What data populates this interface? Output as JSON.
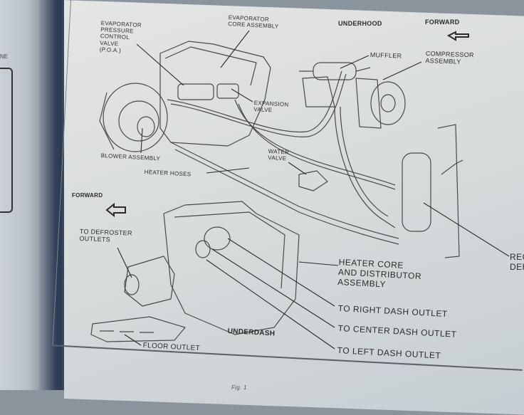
{
  "figure": {
    "title": "Air conditioning / heater system component locations",
    "sections": {
      "underhood": "UNDERHOOD",
      "underdash": "UNDERDASH"
    },
    "direction_labels": {
      "forward_top": "FORWARD",
      "forward_left": "FORWARD"
    },
    "callouts": {
      "evaporator_pressure_control_valve": "EVAPORATOR\nPRESSURE\nCONTROL\nVALVE\n(P.O.A.)",
      "evaporator_core_assembly": "EVAPORATOR\nCORE ASSEMBLY",
      "muffler": "MUFFLER",
      "compressor_assembly": "COMPRESSOR\nASSEMBLY",
      "expansion_valve": "EXPANSION\nVALVE",
      "blower_assembly": "BLOWER ASSEMBLY",
      "water_valve": "WATER\nVALVE",
      "heater_hoses": "HEATER HOSES",
      "to_defroster_outlets": "TO DEFROSTER\nOUTLETS",
      "heater_core_distributor": "HEATER CORE\nAND DISTRIBUTOR\nASSEMBLY",
      "to_right_dash_outlet": "TO RIGHT DASH OUTLET",
      "to_center_dash_outlet": "TO CENTER DASH OUTLET",
      "to_left_dash_outlet": "TO LEFT DASH OUTLET",
      "floor_outlet": "FLOOR OUTLET",
      "receiver_dehydrator_partial": "REC\nDEH"
    },
    "left_page_fragment": "NE",
    "caption_fragment": "Fig. 1"
  }
}
